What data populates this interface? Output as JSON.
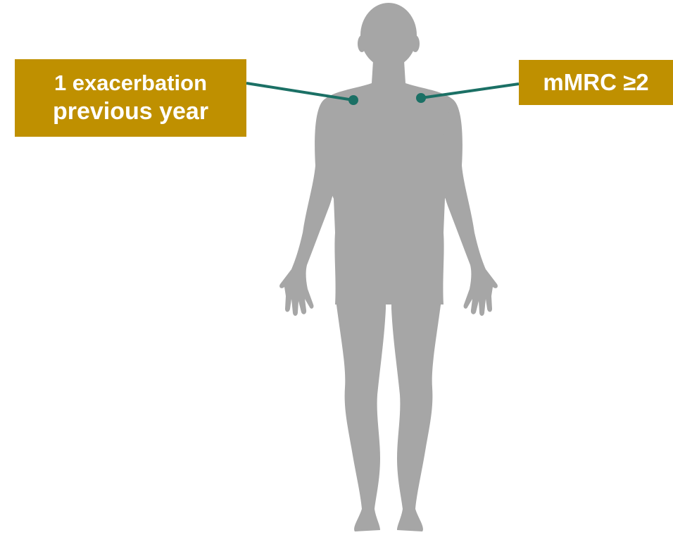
{
  "colors": {
    "background": "#ffffff",
    "body_silhouette": "#A6A6A6",
    "callout_box": "#BF9000",
    "callout_text": "#ffffff",
    "leader_line": "#1B7065"
  },
  "callouts": {
    "left": {
      "line1": "1 exacerbation",
      "line2": "previous year"
    },
    "right": {
      "text": "mMRC ≥2"
    }
  }
}
